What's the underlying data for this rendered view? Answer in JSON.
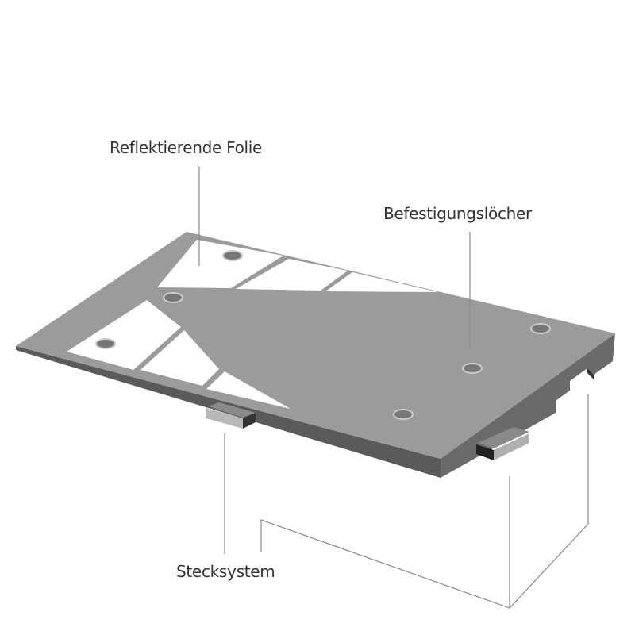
{
  "labels": {
    "reflective_foil": "Reflektierende Folie",
    "mounting_holes": "Befestigungslöcher",
    "plug_system": "Stecksystem"
  },
  "colors": {
    "top_surface": "#9b9b9b",
    "front_face": "#5e5e5e",
    "side_face": "#6a6a6a",
    "foil": "#ffffff",
    "leader_line": "#8a8a8a",
    "text": "#333333"
  }
}
